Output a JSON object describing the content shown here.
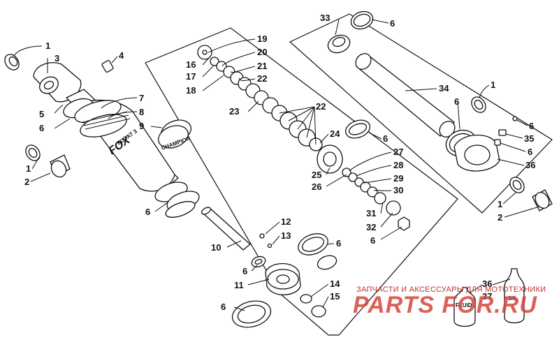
{
  "diagram": {
    "callouts": {
      "c1": "1",
      "c3": "3",
      "c4": "4",
      "c5": "5",
      "c6": "6",
      "c7": "7",
      "c8": "8",
      "c9": "9",
      "c1b": "1",
      "c2": "2",
      "c6b": "6",
      "c6c": "6",
      "c10": "10",
      "c11": "11",
      "c12": "12",
      "c13": "13",
      "c14": "14",
      "c15": "15",
      "c6d": "6",
      "c6e": "6",
      "c16": "16",
      "c17": "17",
      "c18": "18",
      "c19": "19",
      "c20": "20",
      "c21": "21",
      "c22a": "22",
      "c22b": "22",
      "c23": "23",
      "c24": "24",
      "c6f": "6",
      "c25": "25",
      "c26": "26",
      "c27": "27",
      "c28": "28",
      "c29": "29",
      "c30": "30",
      "c31": "31",
      "c32": "32",
      "c6g": "6",
      "c33": "33",
      "c6h": "6",
      "c34": "34",
      "c1c": "1",
      "c6i": "6",
      "c6j": "6",
      "c35": "35",
      "c6k": "6",
      "c36a": "36",
      "c1d": "1",
      "c2b": "2",
      "c36b": "36",
      "c37": "37"
    },
    "shock_brand": "FOX",
    "shock_brand_sub": "FLOAT 3",
    "ring_text": "CHAMPION",
    "bottle_fluid": "FLUID",
    "bottle_oil": "OIL"
  },
  "watermark": {
    "subtitle": "ЗАПЧАСТИ И АКСЕССУАРЫ ДЛЯ МОТОТЕХНИКИ",
    "logo": "PARTS FOR.RU"
  }
}
